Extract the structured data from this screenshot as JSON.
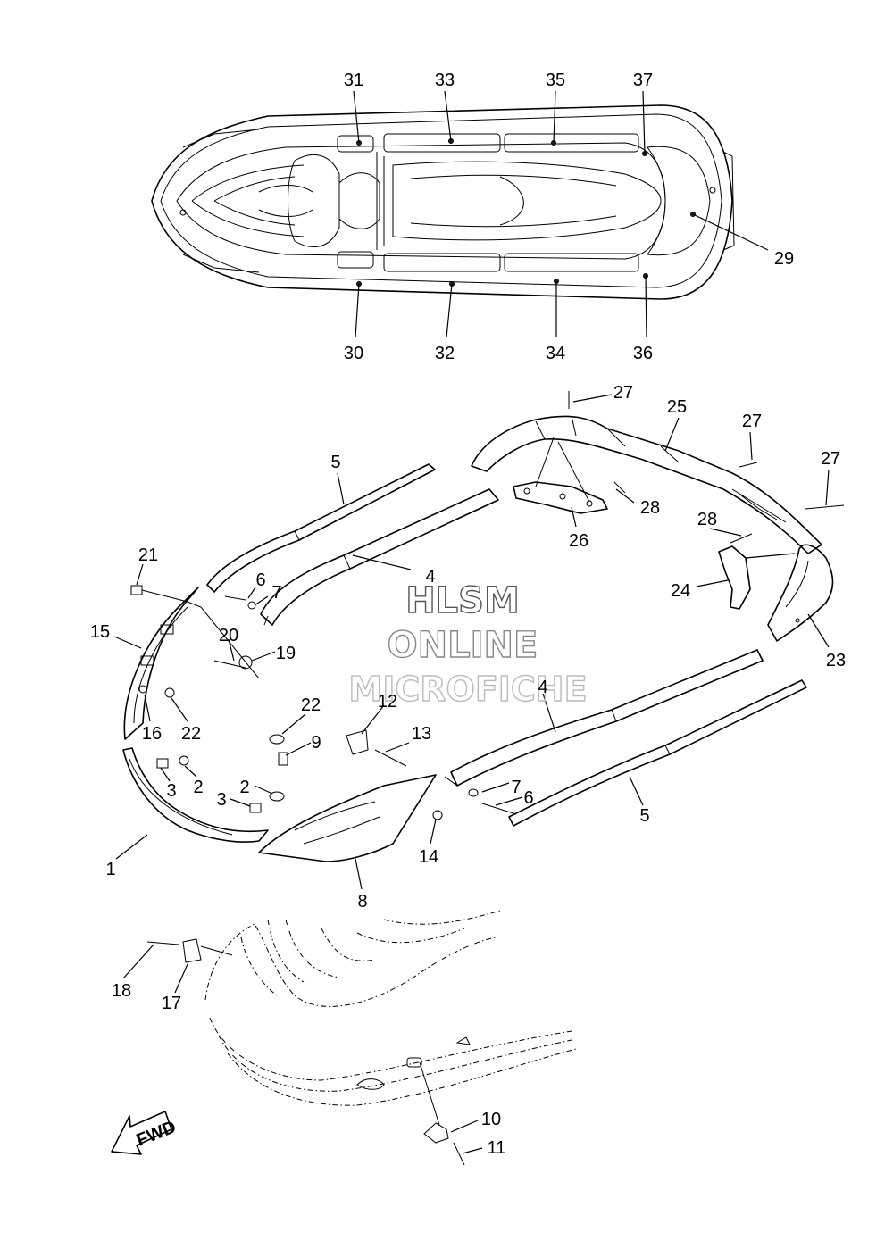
{
  "callouts": [
    {
      "id": "c31",
      "text": "31"
    },
    {
      "id": "c33",
      "text": "33"
    },
    {
      "id": "c35",
      "text": "35"
    },
    {
      "id": "c37",
      "text": "37"
    },
    {
      "id": "c29",
      "text": "29"
    },
    {
      "id": "c30",
      "text": "30"
    },
    {
      "id": "c32",
      "text": "32"
    },
    {
      "id": "c34",
      "text": "34"
    },
    {
      "id": "c36",
      "text": "36"
    },
    {
      "id": "c27a",
      "text": "27"
    },
    {
      "id": "c25",
      "text": "25"
    },
    {
      "id": "c27b",
      "text": "27"
    },
    {
      "id": "c27c",
      "text": "27"
    },
    {
      "id": "c28a",
      "text": "28"
    },
    {
      "id": "c26",
      "text": "26"
    },
    {
      "id": "c28b",
      "text": "28"
    },
    {
      "id": "c24",
      "text": "24"
    },
    {
      "id": "c23",
      "text": "23"
    },
    {
      "id": "c5a",
      "text": "5"
    },
    {
      "id": "c4a",
      "text": "4"
    },
    {
      "id": "c6a",
      "text": "6"
    },
    {
      "id": "c7a",
      "text": "7"
    },
    {
      "id": "c21",
      "text": "21"
    },
    {
      "id": "c15",
      "text": "15"
    },
    {
      "id": "c20",
      "text": "20"
    },
    {
      "id": "c19",
      "text": "19"
    },
    {
      "id": "c16",
      "text": "16"
    },
    {
      "id": "c22a",
      "text": "22"
    },
    {
      "id": "c22b",
      "text": "22"
    },
    {
      "id": "c9",
      "text": "9"
    },
    {
      "id": "c12",
      "text": "12"
    },
    {
      "id": "c13",
      "text": "13"
    },
    {
      "id": "c4b",
      "text": "4"
    },
    {
      "id": "c3a",
      "text": "3"
    },
    {
      "id": "c2a",
      "text": "2"
    },
    {
      "id": "c2b",
      "text": "2"
    },
    {
      "id": "c3b",
      "text": "3"
    },
    {
      "id": "c7b",
      "text": "7"
    },
    {
      "id": "c6b",
      "text": "6"
    },
    {
      "id": "c5b",
      "text": "5"
    },
    {
      "id": "c14",
      "text": "14"
    },
    {
      "id": "c1",
      "text": "1"
    },
    {
      "id": "c8",
      "text": "8"
    },
    {
      "id": "c18",
      "text": "18"
    },
    {
      "id": "c17",
      "text": "17"
    },
    {
      "id": "c10",
      "text": "10"
    },
    {
      "id": "c11",
      "text": "11"
    }
  ],
  "watermark": {
    "line1": "HLSM",
    "line2": "ONLINE",
    "line3": "MICROFICHE"
  },
  "fwd_label": "FWD",
  "colors": {
    "line": "#000000",
    "watermark1": "#555555",
    "watermark2": "#888888",
    "watermark3": "#bbbbbb"
  }
}
